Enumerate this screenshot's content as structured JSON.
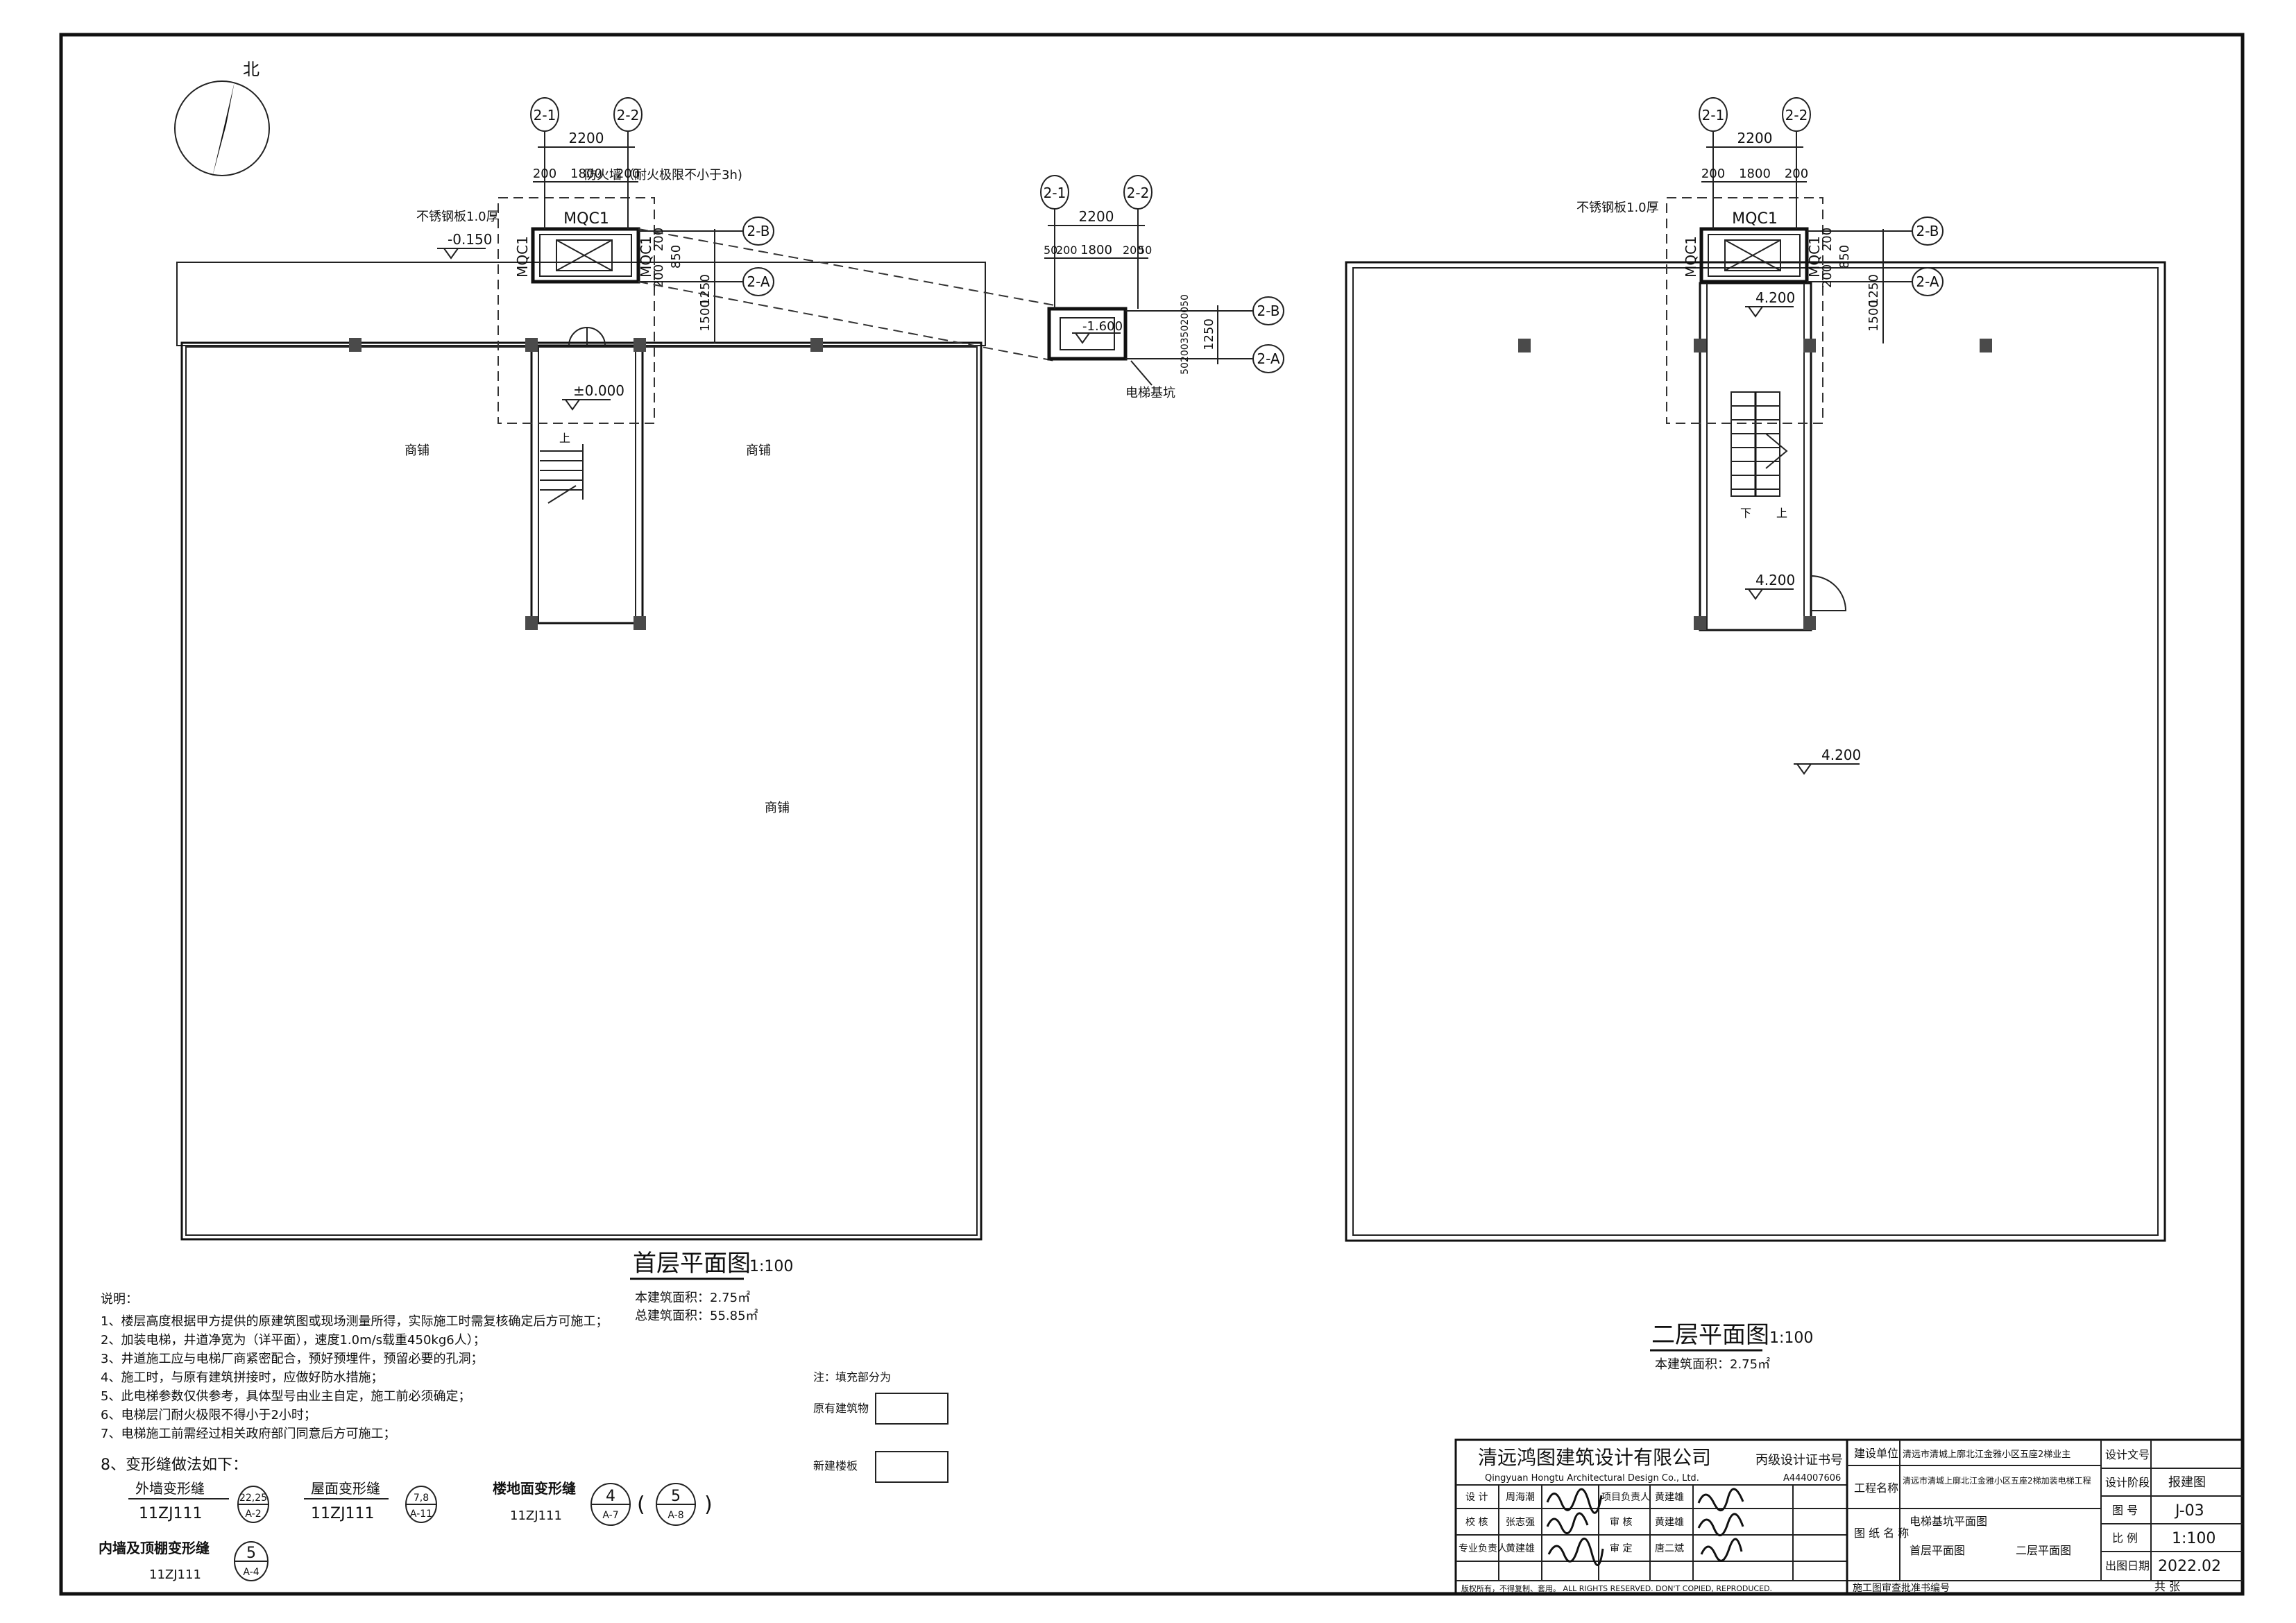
{
  "north": "北",
  "plan1": {
    "title": "首层平面图",
    "scale": "1:100",
    "area_new": "本建筑面积：2.75㎡",
    "area_total": "总建筑面积：55.85㎡",
    "axis_2_1": "2-1",
    "axis_2_2": "2-2",
    "axis_2_A": "2-A",
    "axis_2_B": "2-B",
    "dim_total": "2200",
    "dim_200a": "200",
    "dim_1800": "1800",
    "dim_200b": "200",
    "dim_v1": "200",
    "dim_v2": "850",
    "dim_v3": "200",
    "dim_1250": "1250",
    "dim_1500": "1500",
    "note_firewall": "防火墙（耐火极限不小于3h)",
    "note_steel": "不锈钢板1.0厚",
    "elev_top": "-0.150",
    "elev_floor": "±0.000",
    "shop_left": "商铺",
    "shop_right": "商铺",
    "shop_center": "商铺",
    "stair_up": "上",
    "door_label": "MQC1",
    "side_label_left": "MQC1",
    "side_label_right": "MQC1"
  },
  "pit": {
    "axis_2_1": "2-1",
    "axis_2_2": "2-2",
    "axis_2_A": "2-A",
    "axis_2_B": "2-B",
    "dim_total": "2200",
    "dim_a": "50",
    "dim_b": "200",
    "dim_c": "1800",
    "dim_d": "200",
    "dim_e": "50",
    "dim_1250": "1250",
    "dim_v": "5020035020050",
    "elev": "-1.600",
    "label": "电梯基坑"
  },
  "plan2": {
    "title": "二层平面图",
    "scale": "1:100",
    "area_new": "本建筑面积：2.75㎡",
    "axis_2_1": "2-1",
    "axis_2_2": "2-2",
    "axis_2_A": "2-A",
    "axis_2_B": "2-B",
    "dim_total": "2200",
    "dim_200a": "200",
    "dim_1800": "1800",
    "dim_200b": "200",
    "dim_v1": "200",
    "dim_v2": "850",
    "dim_v3": "200",
    "dim_1250": "1250",
    "dim_1500": "1500",
    "note_steel": "不锈钢板1.0厚",
    "elev1": "4.200",
    "elev2": "4.200",
    "elev3": "4.200",
    "stair_down": "下",
    "stair_up": "上",
    "door_label": "MQC1",
    "side_label_left": "MQC1",
    "side_label_right": "MQC1"
  },
  "notes": {
    "heading": "说明：",
    "items": [
      "1、楼层高度根据甲方提供的原建筑图或现场测量所得，实际施工时需复核确定后方可施工；",
      "2、加装电梯，井道净宽为（详平面），速度1.0m/s载重450kg6人）；",
      "3、井道施工应与电梯厂商紧密配合，预好预埋件，预留必要的孔洞；",
      "4、施工时，与原有建筑拼接时，应做好防水措施；",
      "5、此电梯参数仅供参考，具体型号由业主自定，施工前必须确定；",
      "6、电梯层门耐火极限不得小于2小时；",
      "7、电梯施工前需经过相关政府部门同意后方可施工；"
    ],
    "item8": "8、变形缝做法如下：",
    "joint_outer_title": "外墙变形缝",
    "joint_outer_ref": "11ZJ111",
    "joint_outer_num": "22,25",
    "joint_outer_sheet": "A-2",
    "joint_roof_title": "屋面变形缝",
    "joint_roof_ref": "11ZJ111",
    "joint_roof_num": "7,8",
    "joint_roof_sheet": "A-11",
    "joint_floor_title": "楼地面变形缝",
    "joint_floor_ref": "11ZJ111",
    "joint_floor_num1": "4",
    "joint_floor_sheet1": "A-7",
    "joint_floor_num2": "5",
    "joint_floor_sheet2": "A-8",
    "joint_inner_title": "内墙及顶棚变形缝",
    "joint_inner_ref": "11ZJ111",
    "joint_inner_num": "5",
    "joint_inner_sheet": "A-4"
  },
  "legend": {
    "title": "注：填充部分为",
    "existing": "原有建筑物",
    "new_slab": "新建楼板"
  },
  "title_block": {
    "company_cn": "清远鸿图建筑设计有限公司",
    "company_en": "Qingyuan Hongtu Architectural Design Co., Ltd.",
    "cert_label": "丙级设计证书号",
    "cert_no": "A444007606",
    "design_label": "设 计",
    "design_name": "周海潮",
    "check_label": "校 核",
    "check_name": "张志强",
    "specialist_label": "专业负责人",
    "specialist_name": "黄建雄",
    "project_lead_label": "项目负责人",
    "project_lead_name": "黄建雄",
    "review_label": "审 核",
    "review_name": "黄建雄",
    "approve_label": "审 定",
    "approve_name": "唐二斌",
    "client_label": "建设单位",
    "client_value": "清远市清城上廓北江金雅小区五座2梯业主",
    "project_label": "工程名称",
    "project_value": "清远市清城上廓北江金雅小区五座2梯加装电梯工程",
    "drawing_label": "图 纸 名 称",
    "drawing_value1": "电梯基坑平面图",
    "drawing_value2": "首层平面图",
    "drawing_value3": "二层平面图",
    "doc_no_label": "设计文号",
    "stage_label": "设计阶段",
    "stage_value": "报建图",
    "sheet_no_label": "图 号",
    "sheet_no_value": "J-03",
    "scale_label": "比 例",
    "scale_value": "1:100",
    "date_label": "出图日期",
    "date_value": "2022.02",
    "total_label": "共 张",
    "rights": "版权所有，不得复制、套用。  ALL RIGHTS RESERVED. DON'T COPIED, REPRODUCED.",
    "review_no_label": "施工图审查批准书编号"
  }
}
